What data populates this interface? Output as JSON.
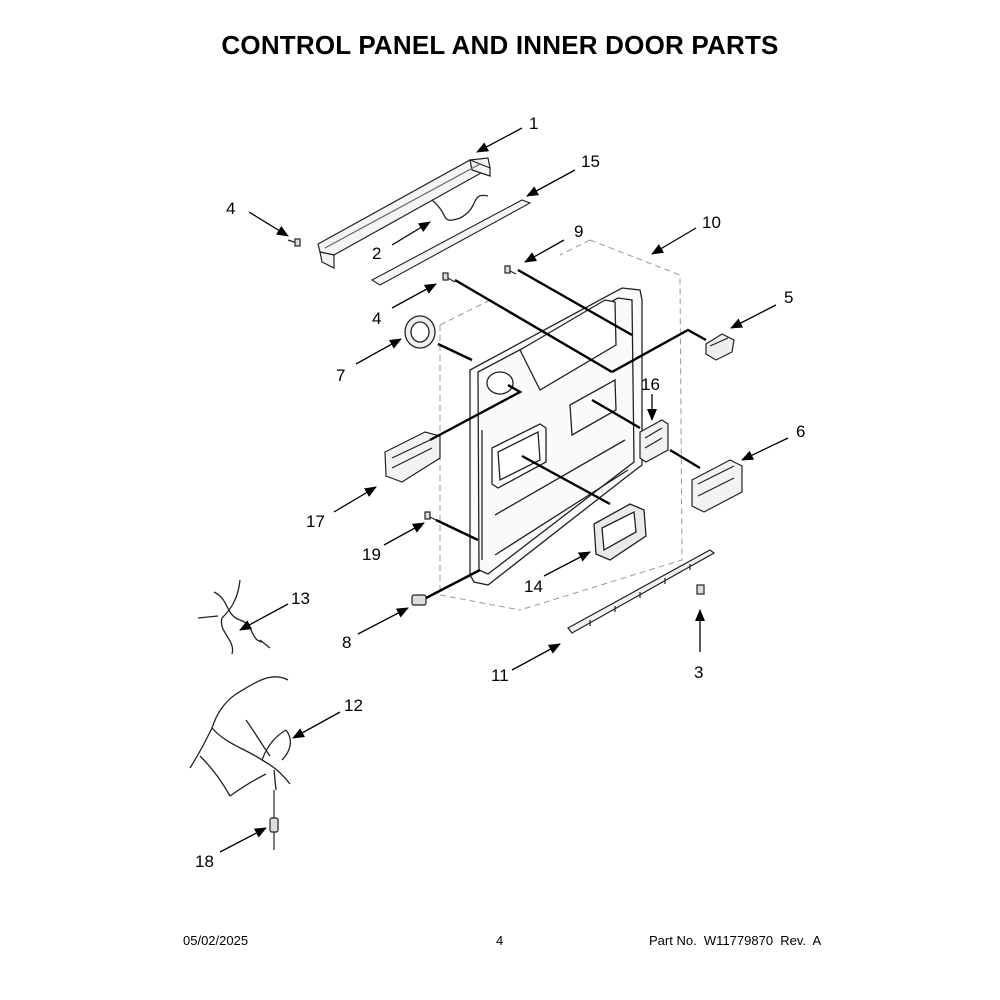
{
  "title": "CONTROL PANEL AND INNER DOOR PARTS",
  "callouts": {
    "c1": "1",
    "c15": "15",
    "c4a": "4",
    "c2": "2",
    "c9": "9",
    "c10": "10",
    "c4b": "4",
    "c5": "5",
    "c7": "7",
    "c16": "16",
    "c6": "6",
    "c17": "17",
    "c19": "19",
    "c14": "14",
    "c13": "13",
    "c8": "8",
    "c11": "11",
    "c3": "3",
    "c12": "12",
    "c18": "18"
  },
  "footer": {
    "date": "05/02/2025",
    "page": "4",
    "part_info": "Part No.  W11779870  Rev.  A"
  }
}
